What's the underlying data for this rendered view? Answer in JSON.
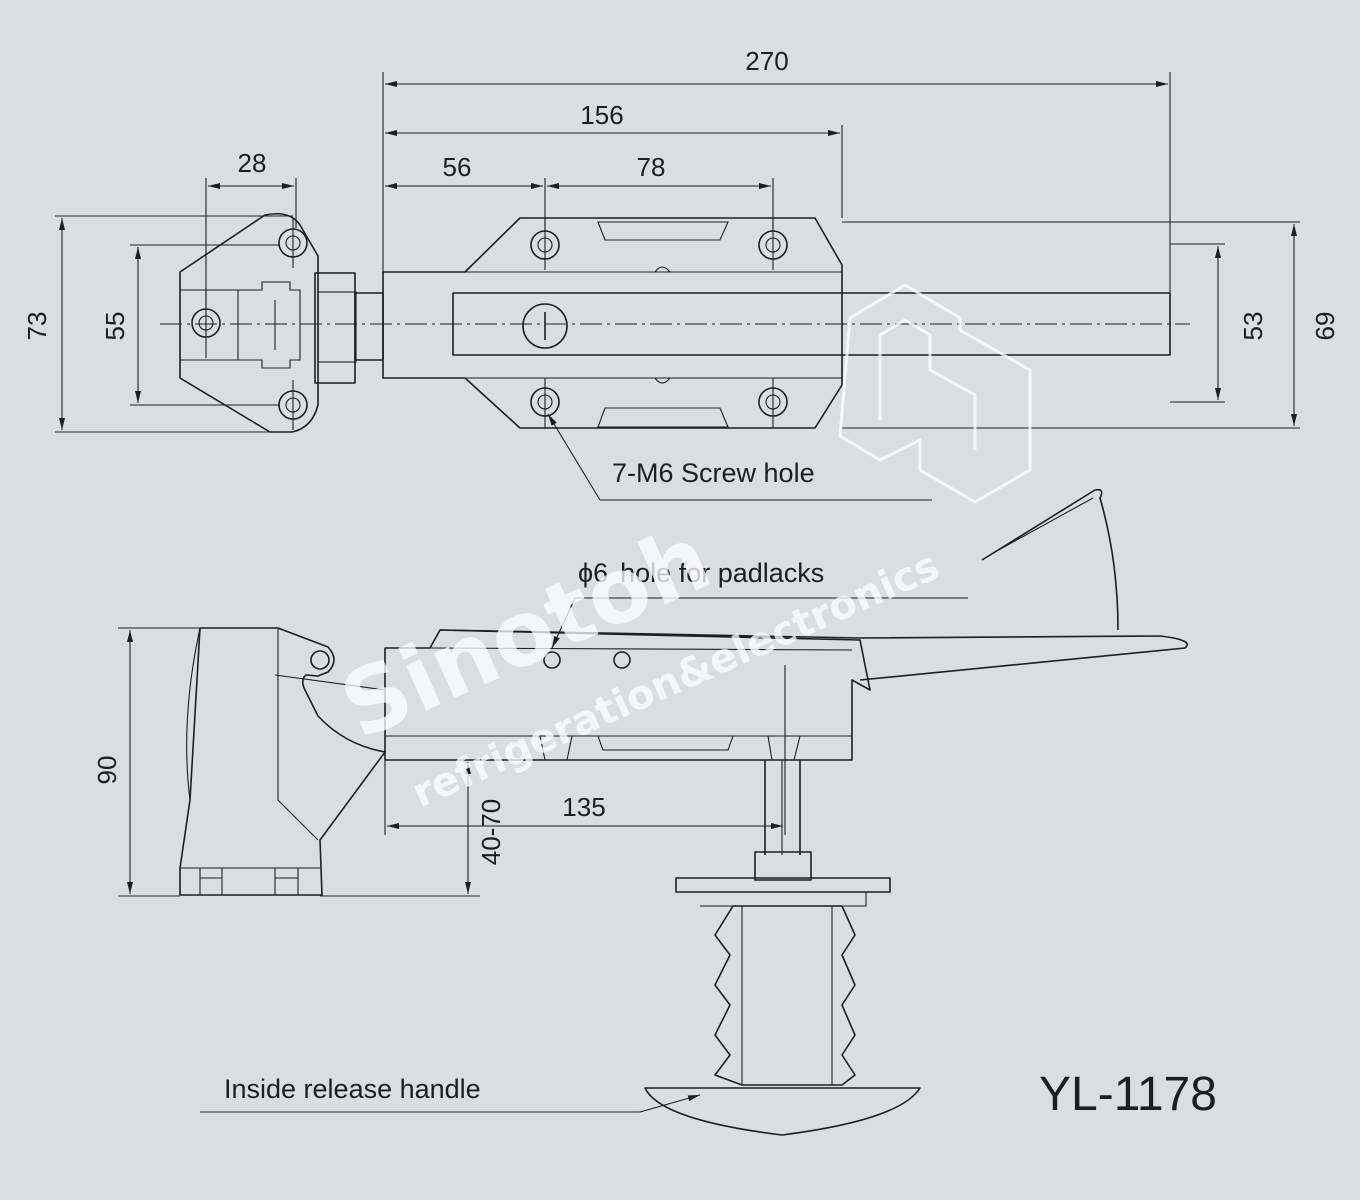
{
  "dimensions": {
    "d270": "270",
    "d156": "156",
    "d56": "56",
    "d78": "78",
    "d28": "28",
    "d73": "73",
    "d55": "55",
    "d53": "53",
    "d69": "69",
    "d90": "90",
    "d135": "135",
    "d40_70": "40-70"
  },
  "labels": {
    "screw_hole": "7-M6 Screw hole",
    "padlock_hole_symbol": "ϕ6",
    "padlock_hole": "hole for padlacks",
    "inside_release": "Inside release handle"
  },
  "model": "YL-1178",
  "watermark": {
    "line1": "refrigeration&electronics",
    "logo": "Sinotoh"
  },
  "colors": {
    "background": "#d9dde4",
    "line": "#1e1e22",
    "watermark": "#ffffff"
  }
}
